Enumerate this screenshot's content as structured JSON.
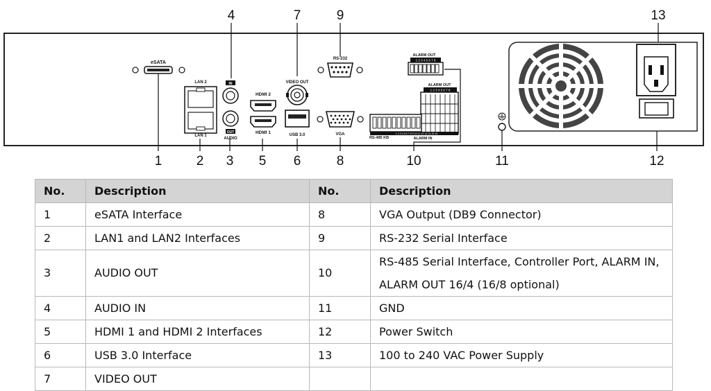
{
  "callout_numbers": {
    "n1": "1",
    "n2": "2",
    "n3": "3",
    "n4": "4",
    "n5": "5",
    "n6": "6",
    "n7": "7",
    "n8": "8",
    "n9": "9",
    "n10": "10",
    "n11": "11",
    "n12": "12",
    "n13": "13"
  },
  "panel_labels": {
    "esata": "eSATA",
    "lan2": "LAN 2",
    "lan1": "LAN 1",
    "audio_in": "IN",
    "audio_out": "OUT",
    "audio": "AUDIO",
    "hdmi2": "HDMI 2",
    "hdmi1": "HDMI 1",
    "video_out": "VIDEO OUT",
    "usb": "USB 3.0",
    "rs232": "RS-232",
    "vga": "VGA",
    "alarm_out_top": "ALARM OUT",
    "alarm_out_top_pins": "1 2 3 4 5 6 7 8",
    "alarm_out": "ALARM OUT",
    "alarm_out_pins": "1 2 3 4 5 6 7 8",
    "rs485_kb": "RS-485  KB",
    "alarm_in": "ALARM IN",
    "alarm_in_pins": "1 2 3 4 5 6 7 8  9 10 11 12 13 14 15 16"
  },
  "table": {
    "headers": [
      "No.",
      "Description",
      "No.",
      "Description"
    ],
    "rows": [
      [
        "1",
        "eSATA Interface",
        "8",
        "VGA Output (DB9 Connector)"
      ],
      [
        "2",
        "LAN1 and LAN2 Interfaces",
        "9",
        "RS-232 Serial Interface"
      ],
      [
        "3",
        "AUDIO OUT",
        "10",
        "RS-485 Serial Interface, Controller Port, ALARM IN, ALARM OUT 16/4 (16/8 optional)"
      ],
      [
        "4",
        "AUDIO IN",
        "11",
        "GND"
      ],
      [
        "5",
        "HDMI 1 and HDMI 2 Interfaces",
        "12",
        "Power Switch"
      ],
      [
        "6",
        "USB 3.0 Interface",
        "13",
        "100 to 240 VAC Power Supply"
      ],
      [
        "7",
        "VIDEO OUT",
        "",
        ""
      ]
    ]
  }
}
